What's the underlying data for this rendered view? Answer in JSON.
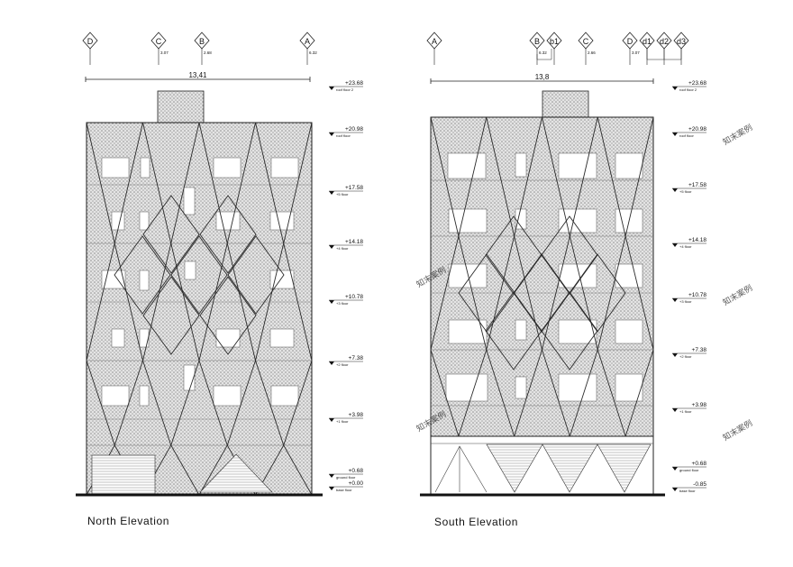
{
  "captions": {
    "north": "North Elevation",
    "south": "South Elevation"
  },
  "north": {
    "axes": [
      {
        "label": "D",
        "sub": ""
      },
      {
        "label": "C",
        "sub": "3.07"
      },
      {
        "label": "B",
        "sub": "2.68"
      },
      {
        "label": "A",
        "sub": "6.32"
      }
    ],
    "overall_dim": "13,41"
  },
  "south": {
    "axes": [
      {
        "label": "A",
        "sub": ""
      },
      {
        "label": "B",
        "sub": "6.32"
      },
      {
        "label": "b1",
        "sub": ""
      },
      {
        "label": "C",
        "sub": "2.66"
      },
      {
        "label": "D",
        "sub": "3.07"
      },
      {
        "label": "d1",
        "sub": ""
      },
      {
        "label": "d2",
        "sub": ""
      },
      {
        "label": "d3",
        "sub": ""
      }
    ],
    "overall_dim": "13,8"
  },
  "levels_north": [
    {
      "value": "+23.68",
      "name": "roof floor 2"
    },
    {
      "value": "+20.98",
      "name": "roof floor"
    },
    {
      "value": "+17.58",
      "name": "+5 floor"
    },
    {
      "value": "+14.18",
      "name": "+4 floor"
    },
    {
      "value": "+10.78",
      "name": "+3 floor"
    },
    {
      "value": "+7.38",
      "name": "+2 floor"
    },
    {
      "value": "+3.98",
      "name": "+1 floor"
    },
    {
      "value": "+0.68",
      "name": "ground floor"
    },
    {
      "value": "+0.00",
      "name": "base floor"
    }
  ],
  "levels_south": [
    {
      "value": "+23.68",
      "name": "roof floor 2"
    },
    {
      "value": "+20.98",
      "name": "roof floor"
    },
    {
      "value": "+17.58",
      "name": "+5 floor"
    },
    {
      "value": "+14.18",
      "name": "+4 floor"
    },
    {
      "value": "+10.78",
      "name": "+3 floor"
    },
    {
      "value": "+7.38",
      "name": "+2 floor"
    },
    {
      "value": "+3.98",
      "name": "+1 floor"
    },
    {
      "value": "+0.68",
      "name": "ground floor"
    },
    {
      "value": "-0.85",
      "name": "base floor"
    }
  ],
  "watermark": "知末案例",
  "colors": {
    "line": "#222222",
    "facade_fill": "#d9d9d9",
    "window": "#ffffff",
    "watermark": "#e6c9c9"
  }
}
